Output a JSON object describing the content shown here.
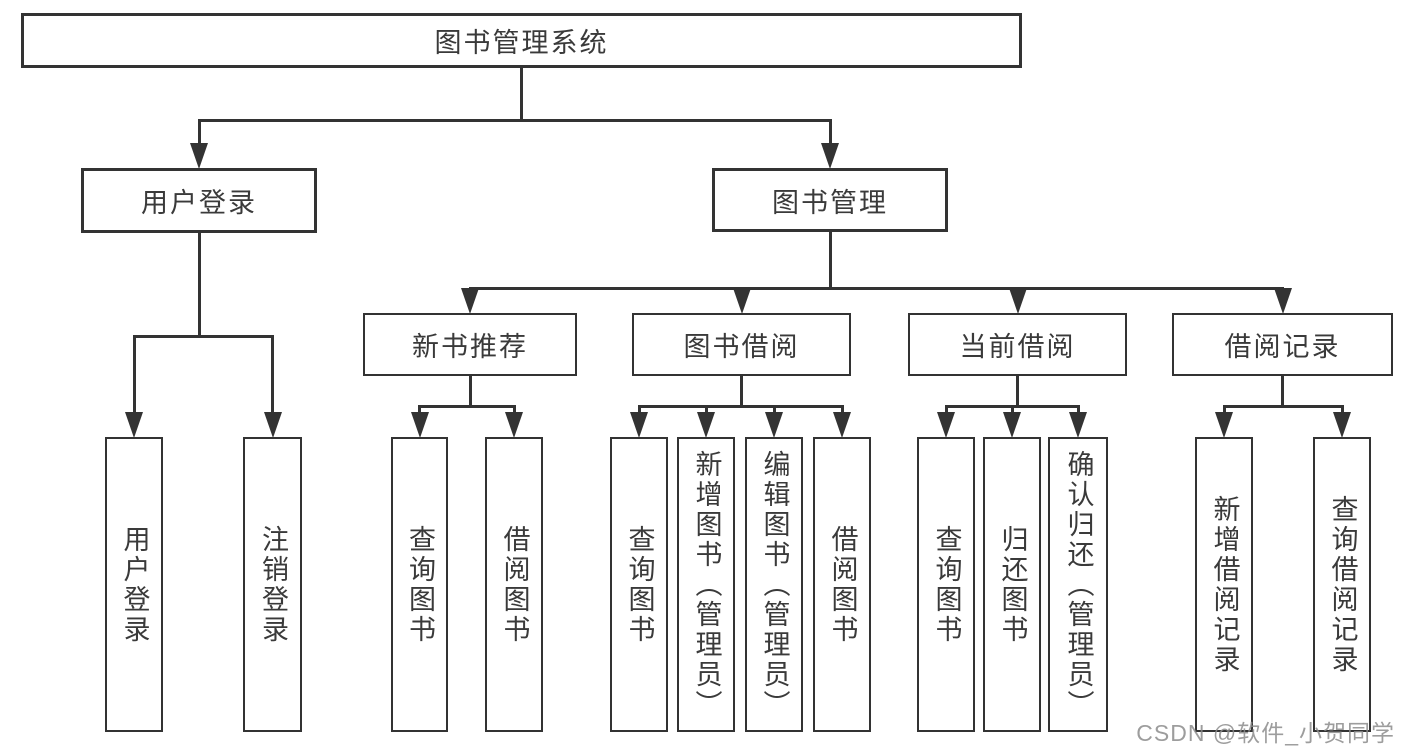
{
  "title": "图书管理系统",
  "watermark": {
    "text": "CSDN @软件_小贺同学"
  },
  "colors": {
    "line": "#333333",
    "text": "#3a3a3a",
    "background": "#ffffff",
    "watermark": "#8c8c8c"
  },
  "nodes": [
    {
      "id": "root",
      "label": "图书管理系统",
      "level": 1,
      "parent": null
    },
    {
      "id": "user-login",
      "label": "用户登录",
      "level": 2,
      "parent": "root"
    },
    {
      "id": "book-mgmt",
      "label": "图书管理",
      "level": 2,
      "parent": "root"
    },
    {
      "id": "new-book-rec",
      "label": "新书推荐",
      "level": 3,
      "parent": "book-mgmt"
    },
    {
      "id": "book-borrow",
      "label": "图书借阅",
      "level": 3,
      "parent": "book-mgmt"
    },
    {
      "id": "current-borrow",
      "label": "当前借阅",
      "level": 3,
      "parent": "book-mgmt"
    },
    {
      "id": "borrow-records",
      "label": "借阅记录",
      "level": 3,
      "parent": "book-mgmt"
    },
    {
      "id": "leaf-user-login",
      "label": "用户登录",
      "level": 4,
      "parent": "user-login"
    },
    {
      "id": "leaf-logout",
      "label": "注销登录",
      "level": 4,
      "parent": "user-login"
    },
    {
      "id": "leaf-query-1",
      "label": "查询图书",
      "level": 4,
      "parent": "new-book-rec"
    },
    {
      "id": "leaf-borrow-1",
      "label": "借阅图书",
      "level": 4,
      "parent": "new-book-rec"
    },
    {
      "id": "leaf-query-2",
      "label": "查询图书",
      "level": 4,
      "parent": "book-borrow"
    },
    {
      "id": "leaf-add-book",
      "label": "新增图书（管理员）",
      "level": 4,
      "parent": "book-borrow"
    },
    {
      "id": "leaf-edit-book",
      "label": "编辑图书（管理员）",
      "level": 4,
      "parent": "book-borrow"
    },
    {
      "id": "leaf-borrow-2",
      "label": "借阅图书",
      "level": 4,
      "parent": "book-borrow"
    },
    {
      "id": "leaf-query-3",
      "label": "查询图书",
      "level": 4,
      "parent": "current-borrow"
    },
    {
      "id": "leaf-return",
      "label": "归还图书",
      "level": 4,
      "parent": "current-borrow"
    },
    {
      "id": "leaf-confirm-return",
      "label": "确认归还（管理员）",
      "level": 4,
      "parent": "current-borrow"
    },
    {
      "id": "leaf-add-record",
      "label": "新增借阅记录",
      "level": 4,
      "parent": "borrow-records"
    },
    {
      "id": "leaf-query-record",
      "label": "查询借阅记录",
      "level": 4,
      "parent": "borrow-records"
    }
  ]
}
